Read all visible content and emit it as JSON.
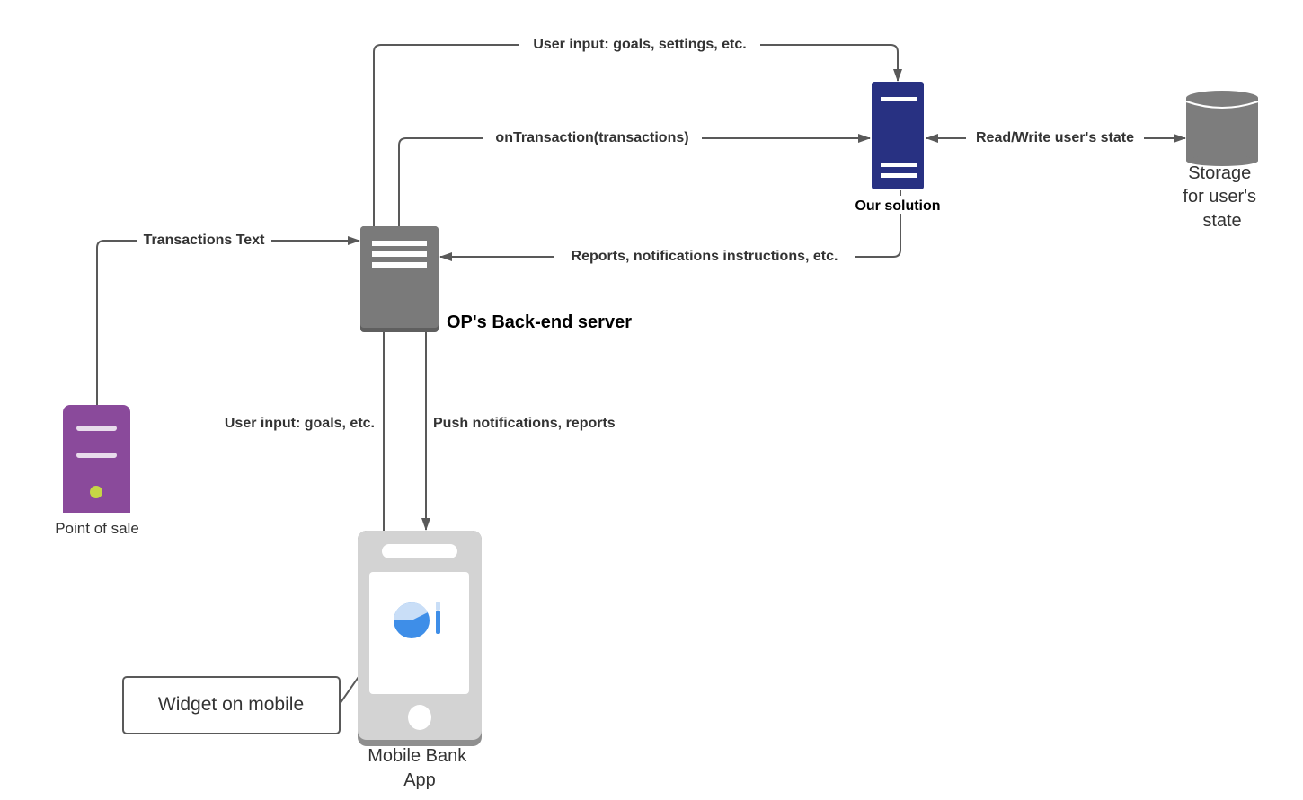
{
  "colors": {
    "edge": "#595959",
    "label_text": "#333333",
    "backend_server": "#7a7a7a",
    "backend_server_shadow": "#5f5f5f",
    "solution_server": "#283182",
    "pos_terminal": "#8a4a9b",
    "pos_indicator": "#c6d646",
    "storage_cylinder": "#7d7d7d",
    "phone_body": "#d3d3d3",
    "phone_screen": "#ffffff",
    "widget_blue": "#3e8ee8",
    "widget_light_blue": "#c9def7"
  },
  "nodes": {
    "backend_server": {
      "label": "OP's Back-end server",
      "icon": "server-icon"
    },
    "our_solution": {
      "label": "Our solution",
      "icon": "server-icon"
    },
    "storage": {
      "label_lines": [
        "Storage",
        "for user's",
        "state"
      ],
      "icon": "database-icon"
    },
    "point_of_sale": {
      "label": "Point of sale",
      "icon": "pos-terminal-icon"
    },
    "mobile_app": {
      "label_lines": [
        "Mobile Bank",
        "App"
      ],
      "icon": "mobile-phone-icon"
    },
    "widget_callout": {
      "label": "Widget on mobile"
    }
  },
  "edges": {
    "user_input_settings": {
      "label": "User input: goals, settings, etc."
    },
    "on_transaction": {
      "label": "onTransaction(transactions)"
    },
    "read_write_state": {
      "label": "Read/Write user's state"
    },
    "transactions_text": {
      "label": "Transactions Text"
    },
    "reports_instructions": {
      "label": "Reports, notifications instructions, etc."
    },
    "user_input_goals": {
      "label": "User input: goals, etc."
    },
    "push_notifications": {
      "label": "Push notifications, reports"
    }
  }
}
